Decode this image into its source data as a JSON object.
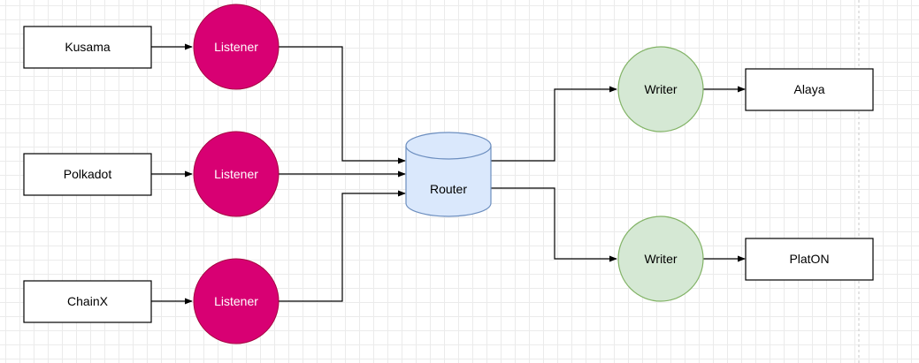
{
  "diagram": {
    "sources": [
      {
        "label": "Kusama"
      },
      {
        "label": "Polkadot"
      },
      {
        "label": "ChainX"
      }
    ],
    "listeners": [
      {
        "label": "Listener"
      },
      {
        "label": "Listener"
      },
      {
        "label": "Listener"
      }
    ],
    "router": {
      "label": "Router"
    },
    "writers": [
      {
        "label": "Writer"
      },
      {
        "label": "Writer"
      }
    ],
    "targets": [
      {
        "label": "Alaya"
      },
      {
        "label": "PlatON"
      }
    ]
  },
  "colors": {
    "listener_fill": "#d80073",
    "listener_stroke": "#a50040",
    "listener_text": "#ffffff",
    "router_fill": "#dae8fc",
    "router_stroke": "#6c8ebf",
    "writer_fill": "#d5e8d4",
    "writer_stroke": "#82b366",
    "box_stroke": "#000000",
    "edge": "#000000"
  }
}
